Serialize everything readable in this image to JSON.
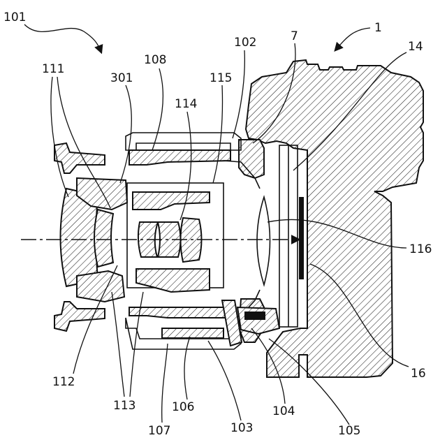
{
  "figure": {
    "labels": {
      "r1": "1",
      "r7": "7",
      "r14": "14",
      "r16": "16",
      "r101": "101",
      "r102": "102",
      "r103": "103",
      "r104": "104",
      "r105": "105",
      "r106": "106",
      "r107": "107",
      "r108": "108",
      "r111": "111",
      "r112": "112",
      "r113": "113",
      "r114": "114",
      "r115": "115",
      "r116": "116",
      "r301": "301"
    }
  }
}
